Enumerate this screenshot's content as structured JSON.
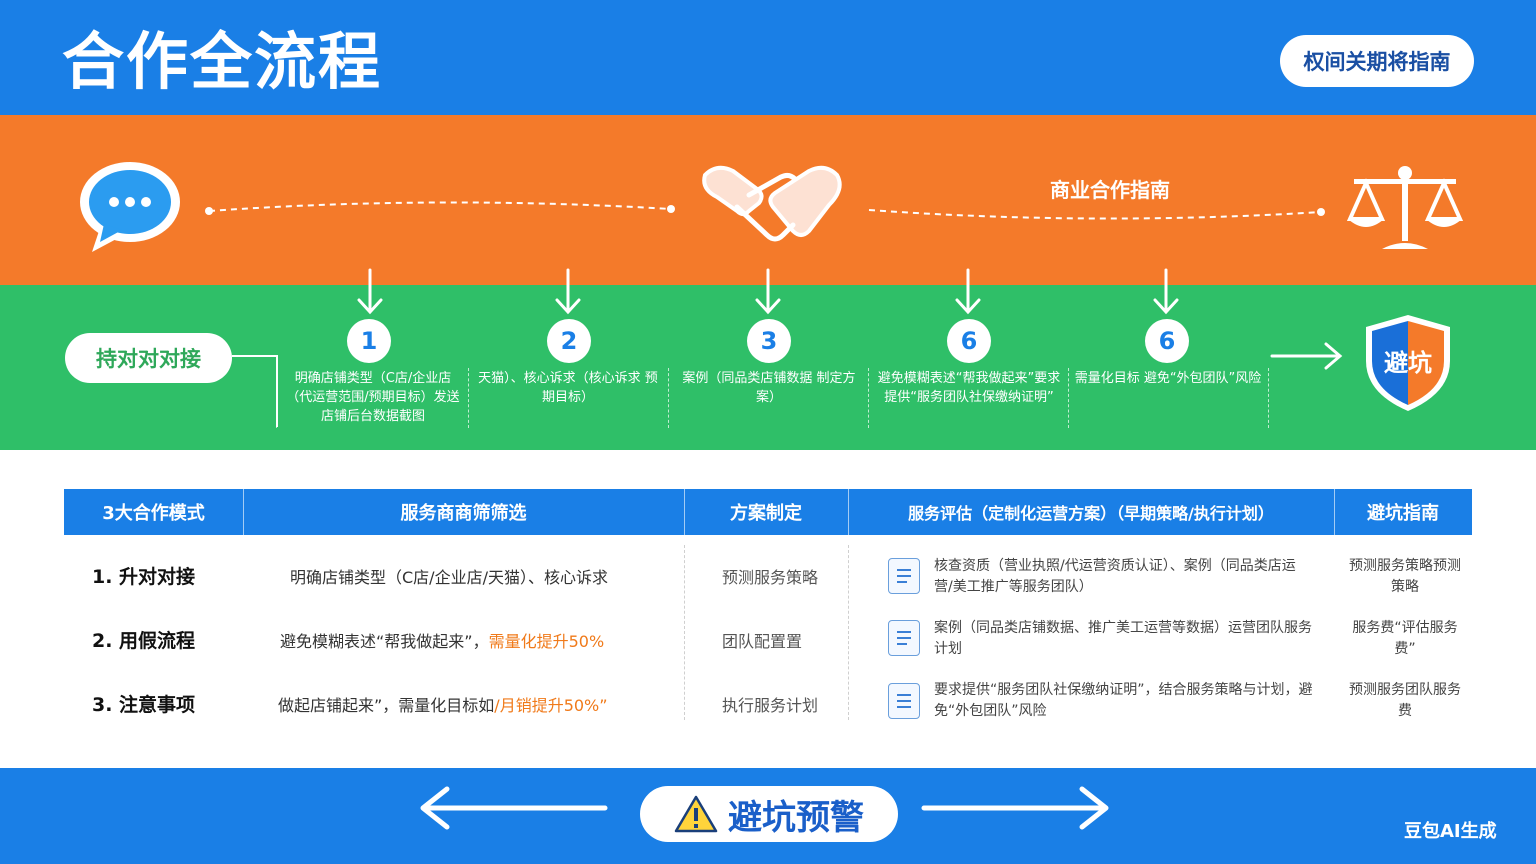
{
  "header": {
    "title": "合作全流程",
    "pill_label": "权间关期将指南"
  },
  "flow": {
    "subtitle": "商业合作指南",
    "start_pill": "持对对对接",
    "shield_label": "避坑",
    "steps": [
      {
        "num": "1",
        "text": "明确店铺类型（C店/企业店（代运营范围/预期目标）发送店铺后台数据截图"
      },
      {
        "num": "2",
        "text": "天猫）、核心诉求（核心诉求 预期目标）"
      },
      {
        "num": "3",
        "text": "案例（同品类店铺数据 制定方案）"
      },
      {
        "num": "6",
        "text": "避免模糊表述“帮我做起来”要求提供“服务团队社保缴纳证明”"
      },
      {
        "num": "6",
        "text": "需量化目标 避免“外包团队”风险"
      }
    ]
  },
  "table": {
    "headers": [
      "3大合作模式",
      "服务商商筛筛选",
      "方案制定",
      "服务评估（定制化运营方案）（早期策略/执行计划）",
      "避坑指南"
    ],
    "rows": [
      {
        "label": "1.  升对对接",
        "col2": "明确店铺类型（C店/企业店/天猫）、核心诉求",
        "col2_hl": "",
        "col3": "预测服务策略",
        "col4": "核查资质（营业执照/代运营资质认证）、案例（同品类店运营/美工推广等服务团队）",
        "col5": "预测服务策略预测策略"
      },
      {
        "label": "2.  用假流程",
        "col2": "避免模糊表述“帮我做起来”，",
        "col2_hl": "需量化提升50%",
        "col3": "团队配置置",
        "col4": "案例（同品类店铺数据、推广美工运营等数据）运营团队服务计划",
        "col5": "服务费“评估服务费”"
      },
      {
        "label": "3.  注意事项",
        "col2": "做起店铺起来”，需量化目标如",
        "col2_hl": "/月销提升50%”",
        "col3": "执行服务计划",
        "col4": "要求提供“服务团队社保缴纳证明”，结合服务策略与计划，避免“外包团队”风险",
        "col5": "预测服务团队服务费"
      }
    ]
  },
  "footer": {
    "warning_label": "避坑预警",
    "watermark": "豆包AI生成"
  },
  "colors": {
    "blue": "#1a7fe6",
    "orange": "#f47a2a",
    "green": "#2fbf68"
  }
}
